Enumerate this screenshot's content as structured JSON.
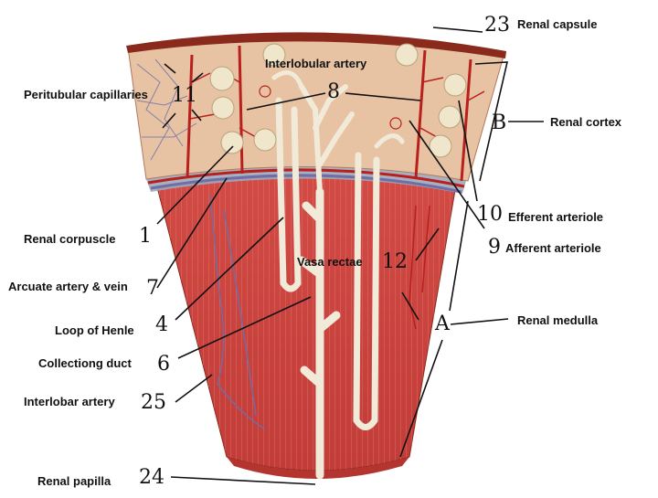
{
  "labels": {
    "renal_capsule": "Renal capsule",
    "interlobular_artery": "Interlobular artery",
    "peritubular_capillaries": "Peritubular capillaries",
    "renal_cortex": "Renal cortex",
    "efferent_arteriole": "Efferent arteriole",
    "afferent_arteriole": "Afferent arteriole",
    "renal_corpuscle": "Renal corpuscle",
    "vasa_rectae": "Vasa rectae",
    "arcuate_artery_vein": "Arcuate artery & vein",
    "renal_medulla": "Renal medulla",
    "loop_of_henle": "Loop of Henle",
    "collecting_duct": "Collectiong duct",
    "interlobar_artery": "Interlobar artery",
    "renal_papilla": "Renal papilla"
  },
  "numbers": {
    "n23": "23",
    "n8": "8",
    "n11": "11",
    "nB": "B",
    "n10": "10",
    "n9": "9",
    "n1": "1",
    "n12": "12",
    "n7": "7",
    "nA": "A",
    "n4": "4",
    "n6": "6",
    "n25": "25",
    "n24": "24"
  },
  "colors": {
    "capsule": "#8a2a1c",
    "cortex": "#e7c3a4",
    "medulla": "#c9433f",
    "tubule": "#f1ead8",
    "glomerulus": "#efe6cc",
    "vessel_red": "#b8201d",
    "vessel_blue": "#6f6fa8",
    "leader": "#111111"
  }
}
